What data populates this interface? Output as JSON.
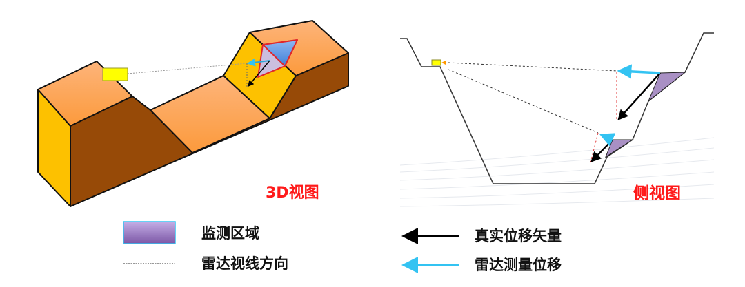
{
  "views": {
    "three_d_label": "3D视图",
    "side_label": "侧视图"
  },
  "legend": {
    "monitoring_area": "监测区域",
    "radar_los": "雷达视线方向",
    "true_displacement": "真实位移矢量",
    "radar_measured": "雷达测量位移"
  },
  "colors": {
    "label_red": "#ff1a1a",
    "cyan_arrow": "#33c3f2",
    "purple_area": "#a990c4",
    "orange_top": "#fda65e",
    "brown_side": "#974a07",
    "yellow_side": "#fdc100"
  }
}
